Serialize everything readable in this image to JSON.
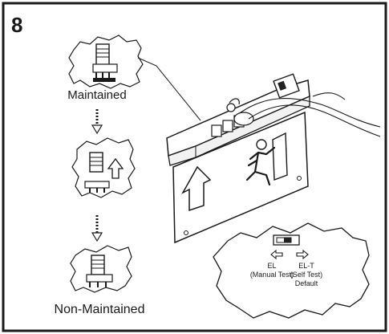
{
  "step_number": "8",
  "labels": {
    "maintained": "Maintained",
    "non_maintained": "Non-Maintained"
  },
  "switch_callout": {
    "el_label": "EL",
    "el_sub": "(Manual Test)",
    "elt_label": "EL-T",
    "elt_sub": "(Self Test)",
    "default_label": "Default"
  },
  "colors": {
    "stroke": "#1a1a1a",
    "background": "#ffffff",
    "switch_fill": "#222222"
  }
}
